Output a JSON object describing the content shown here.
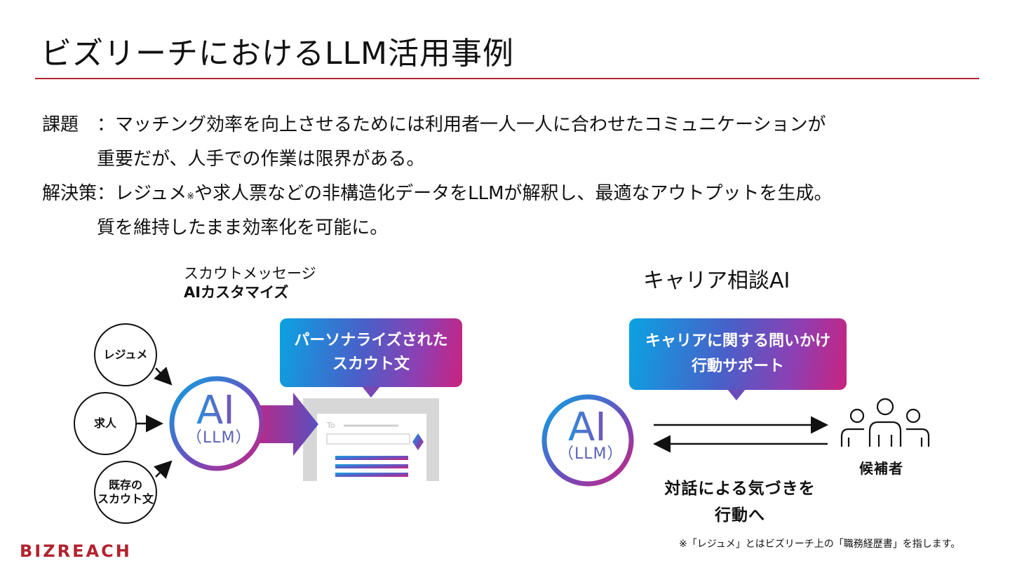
{
  "title": "ビズリーチにおけるLLM活用事例",
  "issue": {
    "label": "課題",
    "sep": "：",
    "line1": "マッチング効率を向上させるためには利用者一人一人に合わせたコミュニケーションが",
    "line2": "重要だが、人手での作業は限界がある。"
  },
  "solution": {
    "label": "解決策",
    "sep": "：",
    "line1_a": "レジュメ",
    "line1_mark": "※",
    "line1_b": "や求人票などの非構造化データをLLMが解釈し、最適なアウトプットを生成。",
    "line2": "質を維持したまま効率化を可能に。"
  },
  "scout": {
    "caption_line1": "スカウトメッセージ",
    "caption_line2": "AIカスタマイズ",
    "inputs": [
      "レジュメ",
      "求人"
    ],
    "input3_line1": "既存の",
    "input3_line2": "スカウト文",
    "ai_label": "AI",
    "llm_label": "（LLM）",
    "bubble_line1": "パーソナライズされた",
    "bubble_line2": "スカウト文",
    "doc_to": "To"
  },
  "career": {
    "title": "キャリア相談AI",
    "ai_label": "AI",
    "llm_label": "（LLM）",
    "bubble_line1": "キャリアに関する問いかけ",
    "bubble_line2": "行動サポート",
    "person_label": "候補者",
    "dialog_line1": "対話による気づきを",
    "dialog_line2": "行動へ"
  },
  "footnote": "※「レジュメ」とはビズリーチ上の「職務経歴書」を指します。",
  "logo": "BIZREACH",
  "colors": {
    "accent_red": "#b2232f",
    "gradient_blue": "#0aa3e2",
    "gradient_purple": "#8e3fb2",
    "gradient_magenta": "#c9237f"
  }
}
